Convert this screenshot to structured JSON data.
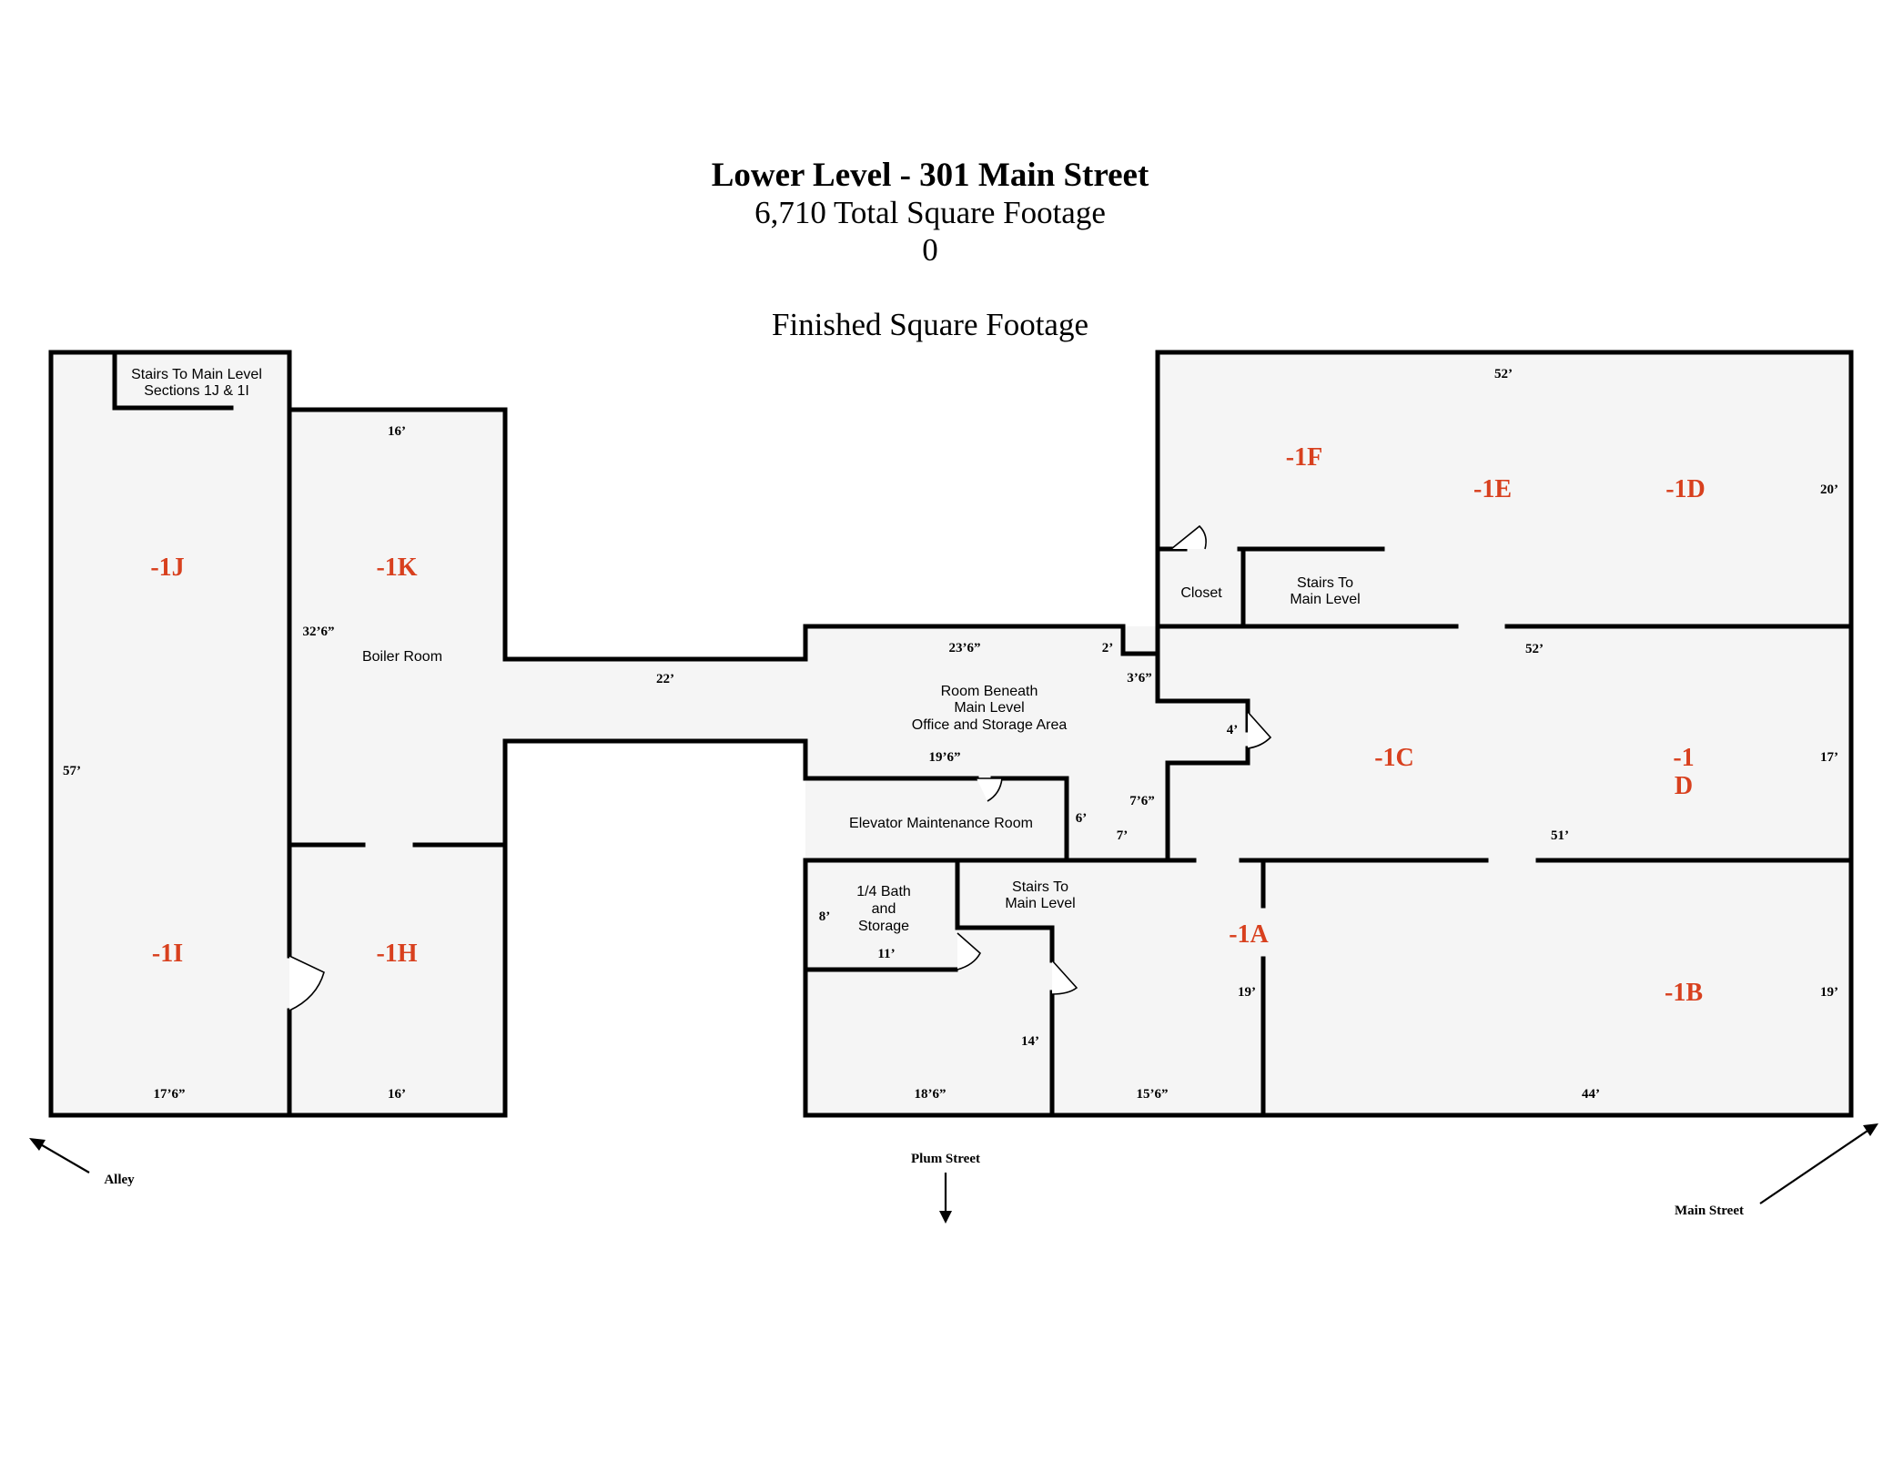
{
  "header": {
    "title": "Lower Level - 301 Main Street",
    "total_sqft": "6,710 Total Square Footage",
    "finished_value": "0",
    "finished_label": "Finished Square Footage"
  },
  "units": {
    "j": "-1J",
    "k": "-1K",
    "i": "-1I",
    "h": "-1H",
    "f": "-1F",
    "e": "-1E",
    "d": "-1D",
    "c": "-1C",
    "d2_line1": "-1",
    "d2_line2": "D",
    "a": "-1A",
    "b": "-1B"
  },
  "rooms": {
    "stairs_left_line1": "Stairs To Main Level",
    "stairs_left_line2": "Sections 1J & 1I",
    "boiler": "Boiler Room",
    "closet": "Closet",
    "stairs_right_line1": "Stairs To",
    "stairs_right_line2": "Main Level",
    "beneath_line1": "Room Beneath",
    "beneath_line2": "Main Level",
    "beneath_line3": "Office and Storage Area",
    "elevator": "Elevator Maintenance Room",
    "bath_line1": "1/4 Bath",
    "bath_line2": "and",
    "bath_line3": "Storage",
    "stairs_mid_line1": "Stairs To",
    "stairs_mid_line2": "Main Level"
  },
  "dimensions": {
    "k_top": "16’",
    "k_side": "32’6”",
    "j_side": "57’",
    "i_bottom": "17’6”",
    "h_bottom": "16’",
    "corridor": "22’",
    "beneath_top": "23’6”",
    "notch_top": "2’",
    "notch_side": "3’6”",
    "door_4": "4’",
    "beneath_bottom": "19’6”",
    "elev_side": "6’",
    "seven_six": "7’6”",
    "seven": "7’",
    "top_52": "52’",
    "d_20": "20’",
    "mid_52": "52’",
    "d2_17": "17’",
    "mid_51": "51’",
    "bath_8": "8’",
    "bath_11": "11’",
    "a_19": "19’",
    "b_19": "19’",
    "fourteen": "14’",
    "bottom_18_6": "18’6”",
    "bottom_15_6": "15’6”",
    "bottom_44": "44’"
  },
  "streets": {
    "alley": "Alley",
    "plum": "Plum Street",
    "main": "Main Street"
  },
  "colors": {
    "unit_label": "#d8401e",
    "floor": "#f5f5f5",
    "wall": "#000000"
  }
}
